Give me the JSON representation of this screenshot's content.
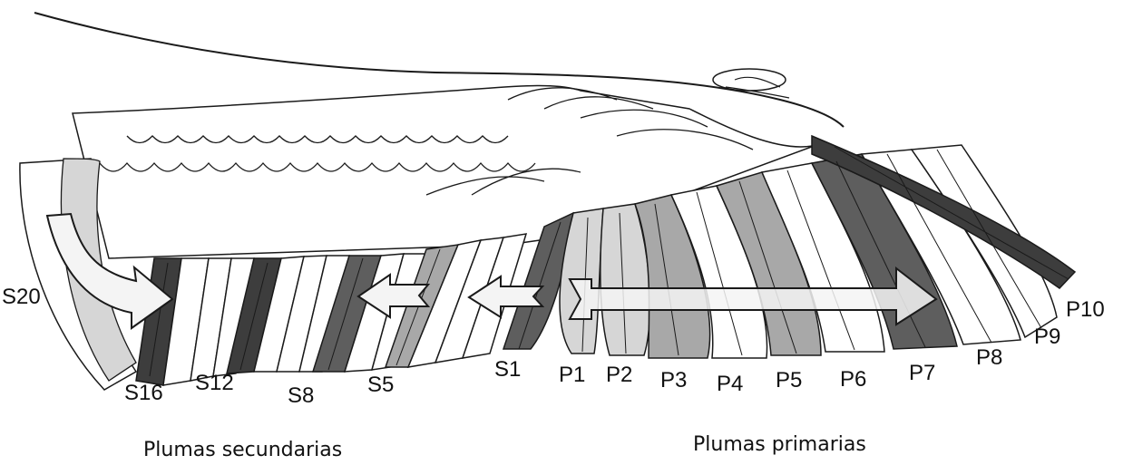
{
  "labels": {
    "s20": "S20",
    "s16": "S16",
    "s12": "S12",
    "s8": "S8",
    "s5": "S5",
    "s1": "S1",
    "p1": "P1",
    "p2": "P2",
    "p3": "P3",
    "p4": "P4",
    "p5": "P5",
    "p6": "P6",
    "p7": "P7",
    "p8": "P8",
    "p9": "P9",
    "p10": "P10"
  },
  "captions": {
    "secondary": "Plumas secundarias",
    "primary": "Plumas primarias"
  },
  "colors": {
    "outline": "#1a1a1a",
    "feather_white": "#ffffff",
    "feather_light": "#d6d6d6",
    "feather_mid": "#a8a8a8",
    "feather_dark": "#5e5e5e",
    "feather_darkest": "#3d3d3d",
    "arrow_fill": "#f4f4f4"
  },
  "icons": {
    "molt_arrow_curved": "curved-arrow-icon",
    "molt_arrow_left": "left-arrow-icon",
    "molt_arrow_double": "double-arrow-icon"
  }
}
